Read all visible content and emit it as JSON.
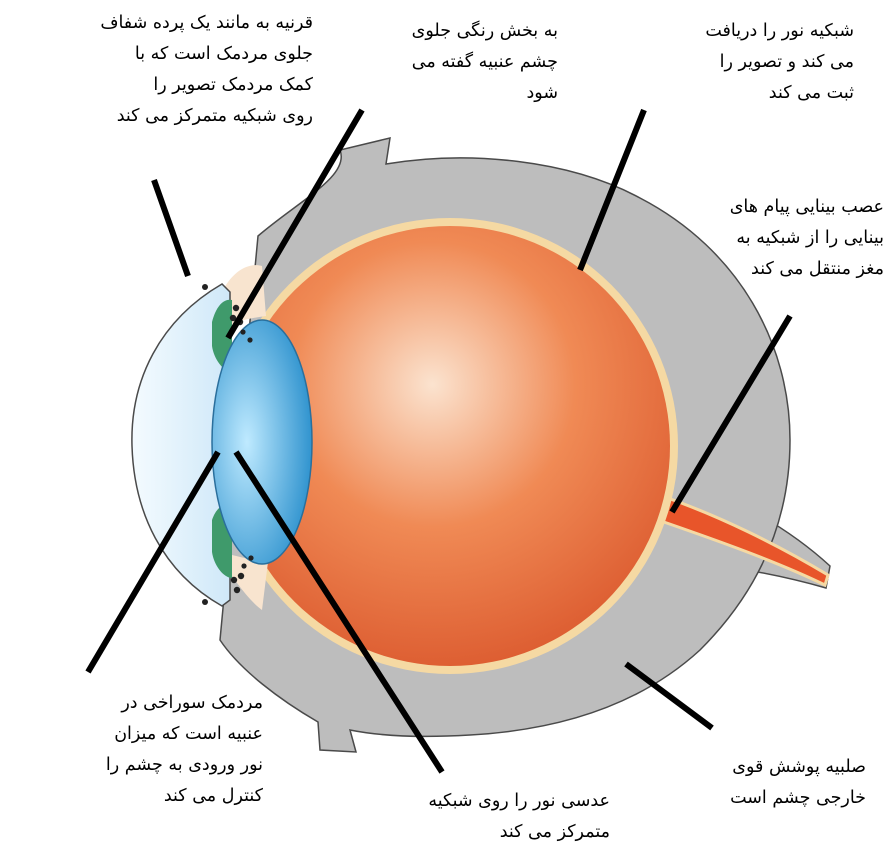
{
  "labels": {
    "cornea": [
      "قرنیه به مانند یک پرده شفاف",
      "جلوی مردمک است که با",
      "کمک مردمک تصویر را",
      "روی شبکیه متمرکز می کند"
    ],
    "iris": [
      "به بخش رنگی جلوی",
      "چشم عنبیه گفته می",
      "شود"
    ],
    "retina": [
      "شبکیه نور را دریافت",
      "می کند و تصویر را",
      "ثبت می کند"
    ],
    "optic_nerve": [
      "عصب بینایی پیام های",
      "بینایی را از شبکیه به",
      "مغز منتقل می کند"
    ],
    "pupil": [
      "مردمک سوراخی در",
      "عنبیه است که میزان",
      "نور ورودی به چشم را",
      "کنترل می کند"
    ],
    "lens": [
      "عدسی نور را روی شبکیه",
      "متمرکز می کند"
    ],
    "sclera": [
      "صلبیه پوشش قوی",
      "خارجی چشم است"
    ]
  },
  "colors": {
    "sclera": "#bdbdbd",
    "sclera_edge": "#4a4a4a",
    "eyeball_light": "#fbe3cf",
    "eyeball_mid": "#f08a55",
    "eyeball_dark": "#d9542a",
    "retina_rim": "#f5d9a3",
    "cornea": "#cfe8f8",
    "lens_light": "#bfeaff",
    "lens_dark": "#1a86c7",
    "nerve": "#e8552a",
    "iris": "#3f9a6b"
  }
}
